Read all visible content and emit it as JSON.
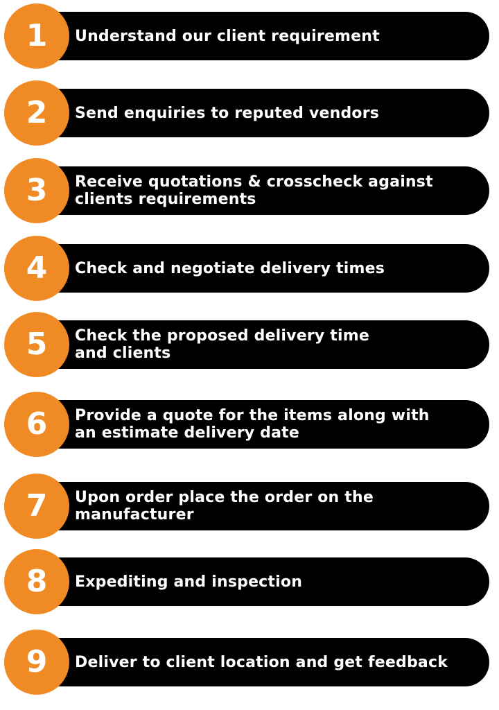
{
  "colors": {
    "badge": "#f08a24",
    "bar": "#000000",
    "text": "#ffffff"
  },
  "steps": [
    {
      "number": "1",
      "label": "Understand our client requirement"
    },
    {
      "number": "2",
      "label": "Send enquiries to reputed vendors"
    },
    {
      "number": "3",
      "label": "Receive quotations & crosscheck against\nclients  requirements"
    },
    {
      "number": "4",
      "label": "Check and negotiate delivery times"
    },
    {
      "number": "5",
      "label": "Check the proposed delivery time\nand clients"
    },
    {
      "number": "6",
      "label": "Provide a quote for the items along with\nan estimate delivery date"
    },
    {
      "number": "7",
      "label": "Upon order place the order on the\nmanufacturer"
    },
    {
      "number": "8",
      "label": "Expediting and inspection"
    },
    {
      "number": "9",
      "label": "Deliver to client location and get feedback"
    }
  ]
}
